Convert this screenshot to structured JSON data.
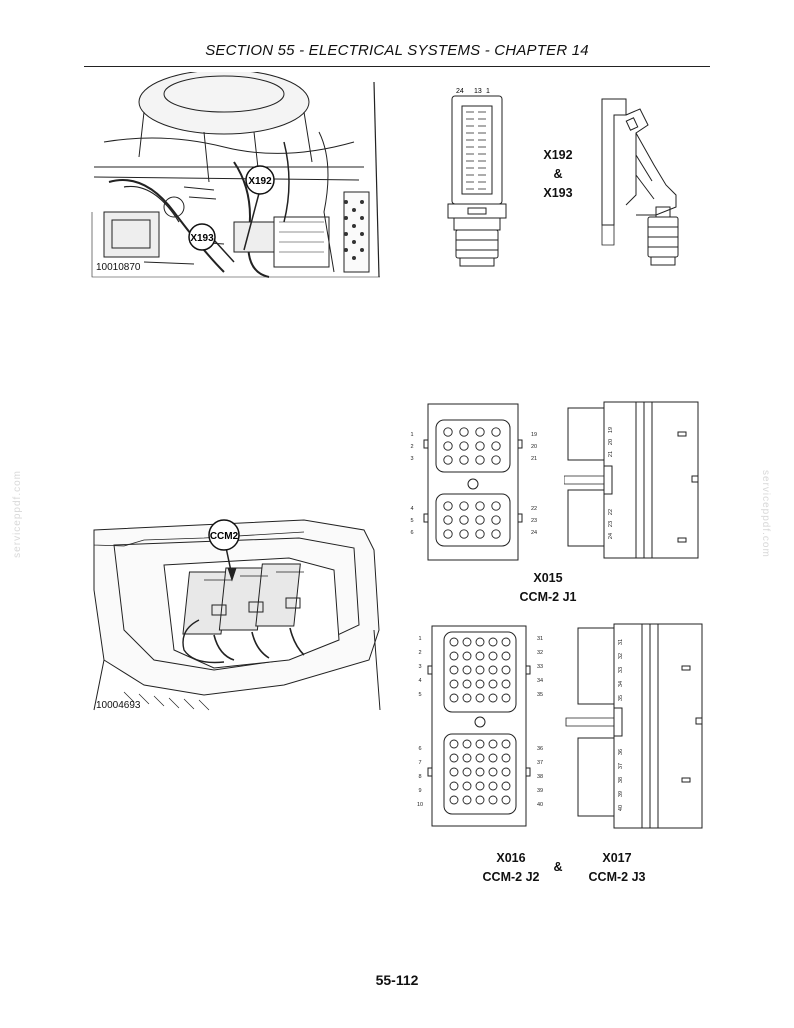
{
  "header": {
    "title": "SECTION 55 - ELECTRICAL SYSTEMS - CHAPTER 14"
  },
  "figure1": {
    "photo_id": "10010870",
    "callouts": [
      "X192",
      "X193"
    ],
    "connector_pins": [
      "24",
      "13",
      "1"
    ],
    "caption": [
      "X192",
      "&",
      "X193"
    ]
  },
  "figure2": {
    "photo_id": "10004693",
    "callout": "CCM2",
    "x015": {
      "left_pins": [
        "1",
        "2",
        "3",
        "4",
        "5",
        "6"
      ],
      "right_pins": [
        "19",
        "20",
        "21",
        "22",
        "23",
        "24"
      ],
      "side_pins": [
        "19",
        "20",
        "21",
        "22",
        "23",
        "24"
      ],
      "caption": [
        "X015",
        "CCM-2 J1"
      ]
    },
    "x016": {
      "left_pins": [
        "1",
        "2",
        "3",
        "4",
        "5",
        "6",
        "7",
        "8",
        "9",
        "10"
      ],
      "right_pins": [
        "31",
        "32",
        "33",
        "34",
        "35",
        "36",
        "37",
        "38",
        "39",
        "40"
      ],
      "side_pins": [
        "31",
        "32",
        "33",
        "34",
        "35",
        "36",
        "37",
        "38",
        "39",
        "40"
      ],
      "caption_left": [
        "X016",
        "CCM-2 J2"
      ],
      "amp": "&",
      "caption_right": [
        "X017",
        "CCM-2 J3"
      ]
    }
  },
  "watermark": "serviceppdf.com",
  "footer": {
    "page_number": "55-112"
  }
}
